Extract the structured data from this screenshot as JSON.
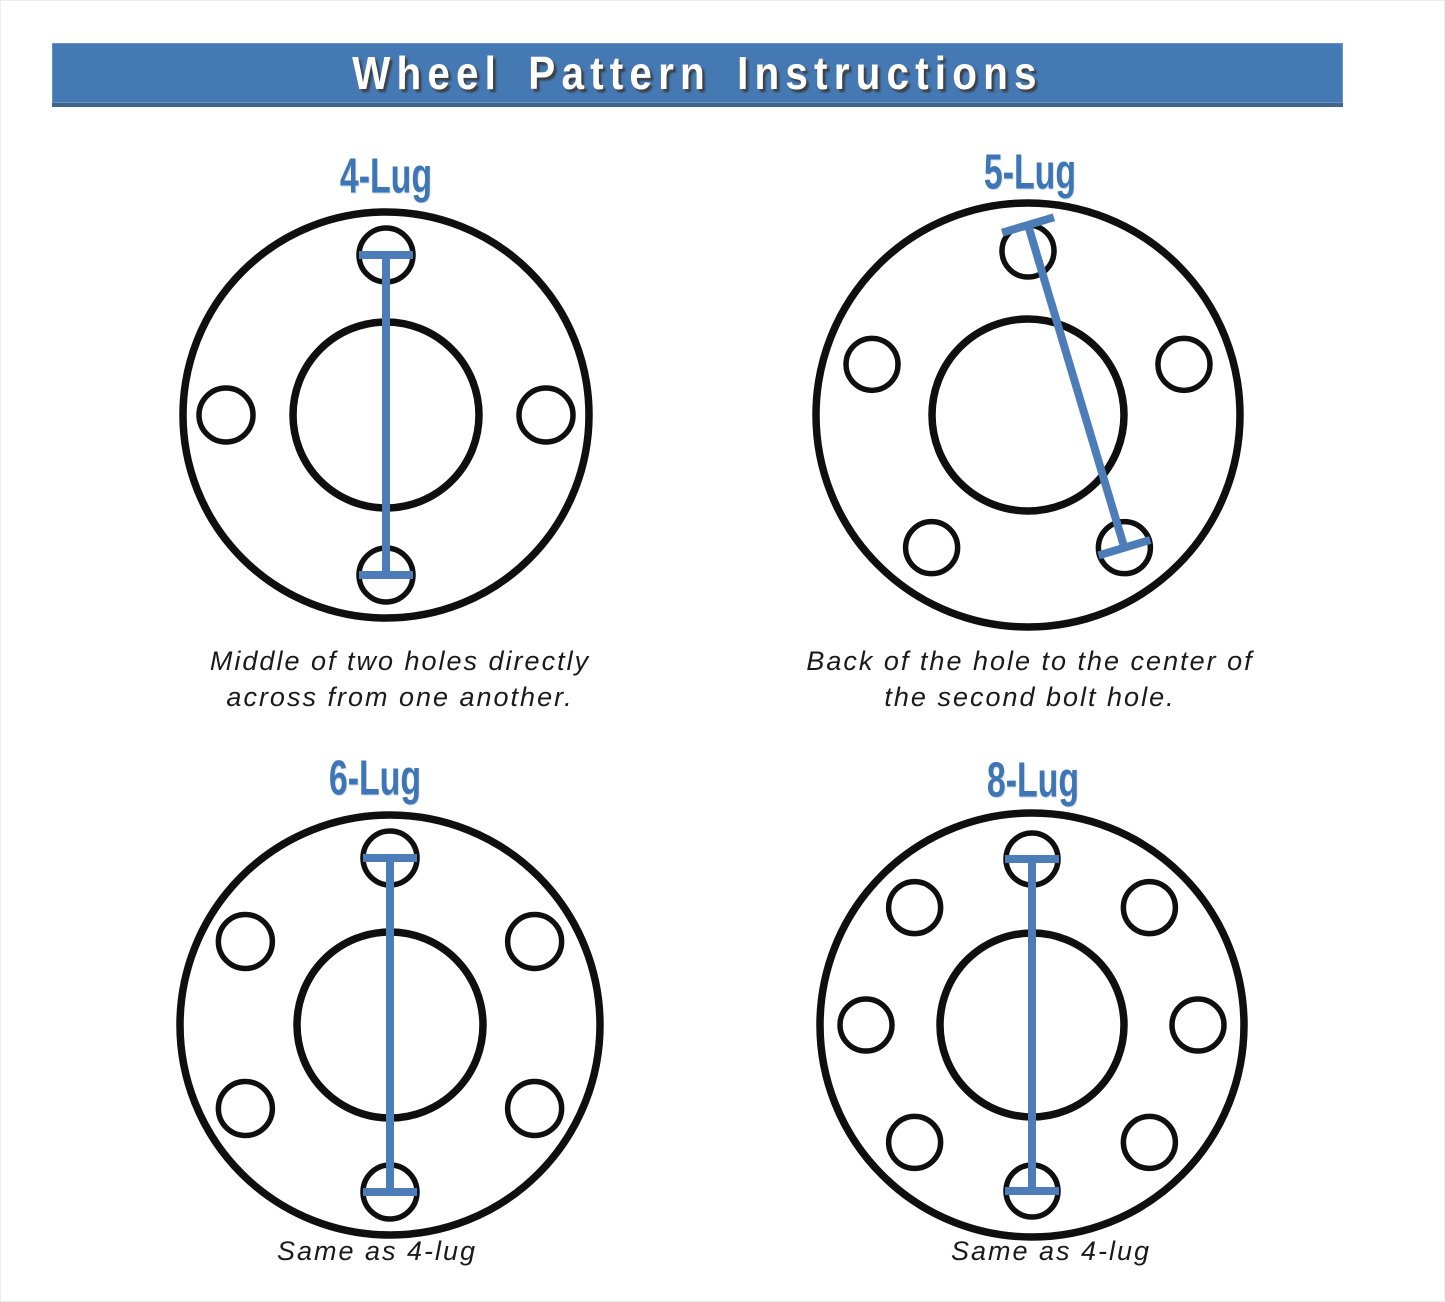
{
  "banner": {
    "title": "Wheel Pattern Instructions",
    "bg_color": "#4579b4",
    "text_color": "#ffffff"
  },
  "colors": {
    "label_blue": "#3e76b5",
    "line_blue": "#4d7db8",
    "stroke_black": "#0f0f0f"
  },
  "diagrams": [
    {
      "label": "4-Lug",
      "lug_count": 4,
      "measurement_type": "middle-to-middle",
      "caption_line1": "Middle of two holes directly",
      "caption_line2": "across from one another."
    },
    {
      "label": "5-Lug",
      "lug_count": 5,
      "measurement_type": "back-to-center",
      "caption_line1": "Back of the hole to the center of",
      "caption_line2": "the second bolt hole."
    },
    {
      "label": "6-Lug",
      "lug_count": 6,
      "measurement_type": "middle-to-middle",
      "caption_line1": "Same as 4-lug",
      "caption_line2": ""
    },
    {
      "label": "8-Lug",
      "lug_count": 8,
      "measurement_type": "middle-to-middle",
      "caption_line1": "Same as 4-lug",
      "caption_line2": ""
    }
  ]
}
